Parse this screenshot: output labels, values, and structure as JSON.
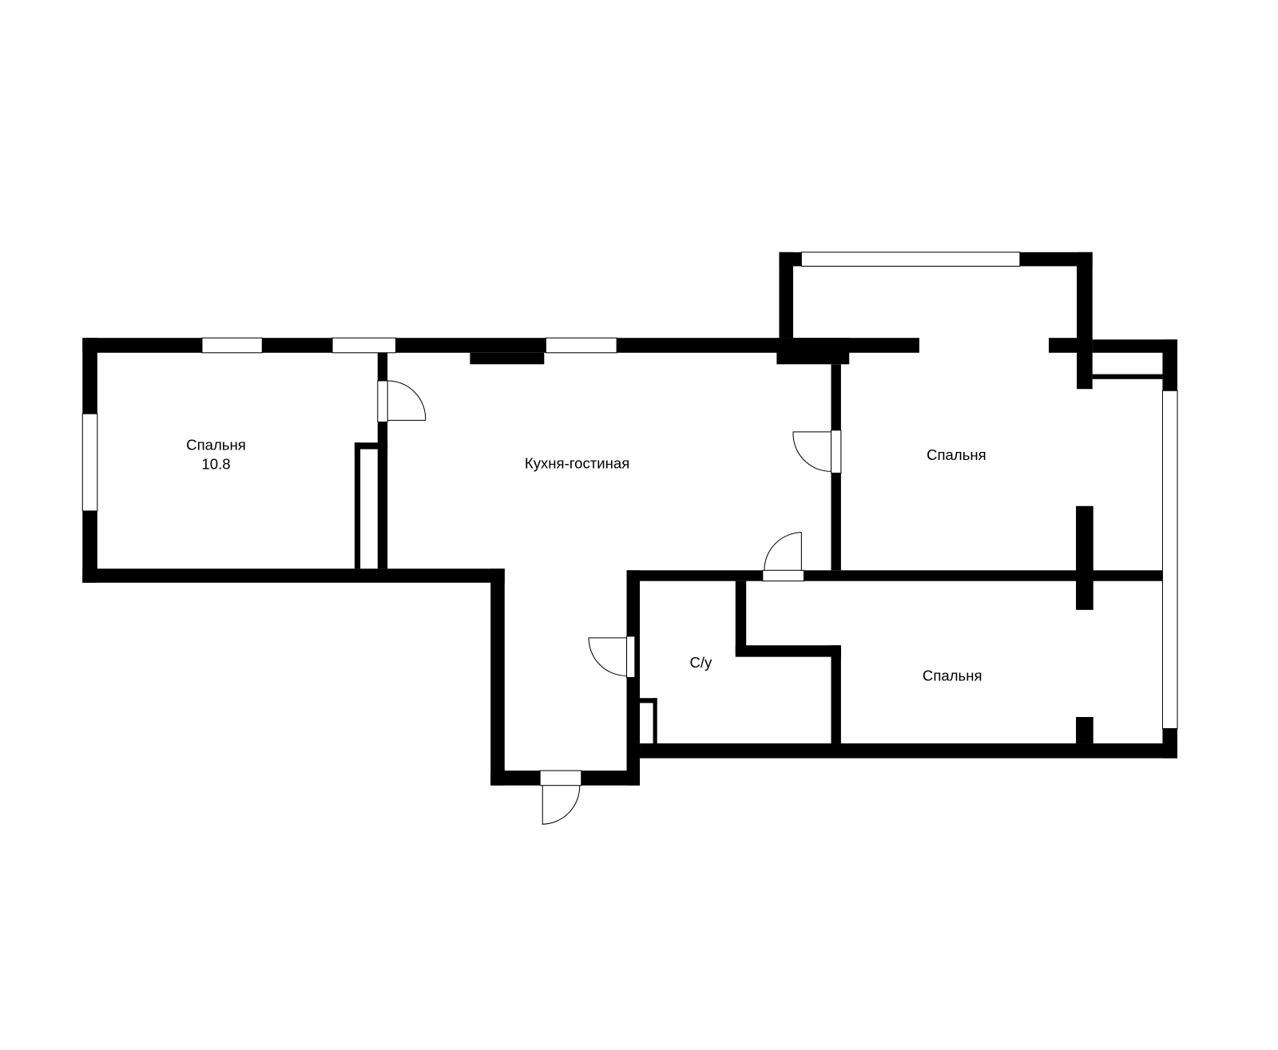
{
  "floor_plan": {
    "rooms": [
      {
        "name": "Спальня",
        "area": "10.8"
      },
      {
        "name": "Кухня-гостиная"
      },
      {
        "name": "Спальня"
      },
      {
        "name": "С/у"
      },
      {
        "name": "Спальня"
      }
    ],
    "colors": {
      "walls": "#000000",
      "background": "#ffffff"
    }
  }
}
